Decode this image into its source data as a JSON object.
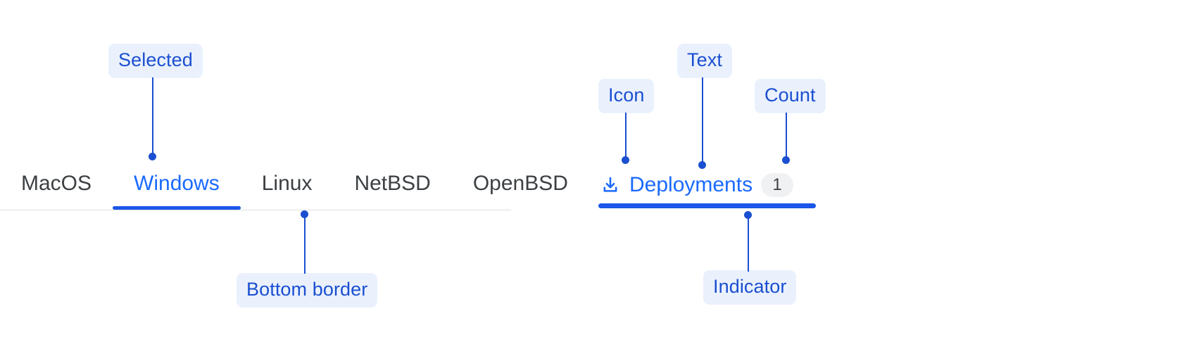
{
  "colors": {
    "accent_blue": "#1a6aff",
    "indicator_blue": "#1a56e8",
    "annotation_blue": "#1b4fd1",
    "annotation_pill_bg": "#eaf1fd",
    "tab_text": "#3c4043",
    "rule_gray": "#dcdfe3",
    "badge_bg": "#f0f1f3"
  },
  "basic_tabs": {
    "items": [
      {
        "label": "MacOS",
        "selected": false
      },
      {
        "label": "Windows",
        "selected": true
      },
      {
        "label": "Linux",
        "selected": false
      },
      {
        "label": "NetBSD",
        "selected": false
      },
      {
        "label": "OpenBSD",
        "selected": false
      }
    ],
    "annotations": {
      "selected": "Selected",
      "bottom_border": "Bottom border"
    }
  },
  "rich_tab": {
    "icon": "download-icon",
    "label": "Deployments",
    "count": "1",
    "annotations": {
      "icon": "Icon",
      "text": "Text",
      "count": "Count",
      "indicator": "Indicator"
    }
  }
}
